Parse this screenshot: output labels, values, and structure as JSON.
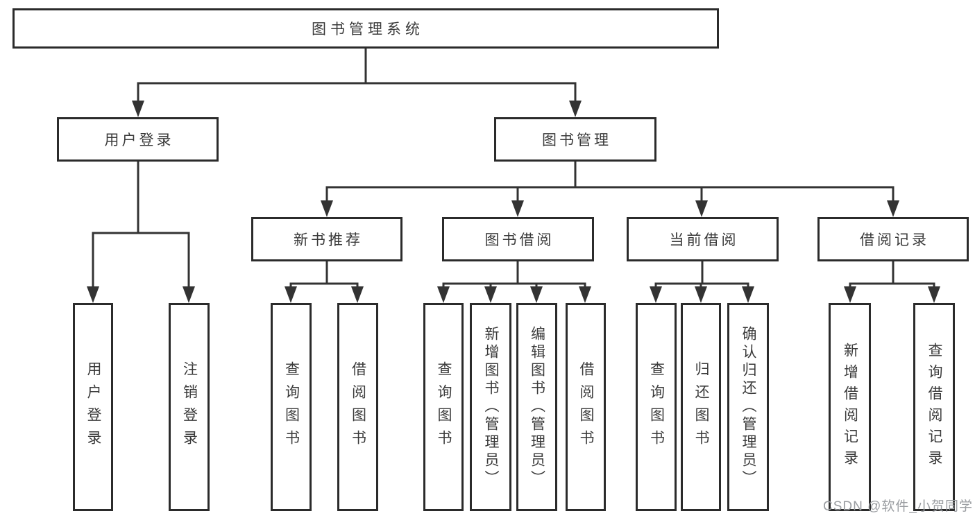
{
  "diagram": {
    "type": "tree",
    "tree": {
      "label": "图书管理系统",
      "children": [
        {
          "label": "用户登录",
          "children": [
            {
              "label": "用户登录"
            },
            {
              "label": "注销登录"
            }
          ]
        },
        {
          "label": "图书管理",
          "children": [
            {
              "label": "新书推荐",
              "children": [
                {
                  "label": "查询图书"
                },
                {
                  "label": "借阅图书"
                }
              ]
            },
            {
              "label": "图书借阅",
              "children": [
                {
                  "label": "查询图书"
                },
                {
                  "label": "新增图书（管理员）"
                },
                {
                  "label": "编辑图书（管理员）"
                },
                {
                  "label": "借阅图书"
                }
              ]
            },
            {
              "label": "当前借阅",
              "children": [
                {
                  "label": "查询图书"
                },
                {
                  "label": "归还图书"
                },
                {
                  "label": "确认归还（管理员）"
                }
              ]
            },
            {
              "label": "借阅记录",
              "children": [
                {
                  "label": "新增借阅记录"
                },
                {
                  "label": "查询借阅记录"
                }
              ]
            }
          ]
        }
      ]
    }
  },
  "watermark": {
    "text": "CSDN @软件_小贺同学"
  },
  "colors": {
    "background": "#ffffff",
    "box_border": "#2b2b2b",
    "connector_line": "#333333",
    "text": "#3a3a3a",
    "watermark": "#9a9da1"
  }
}
